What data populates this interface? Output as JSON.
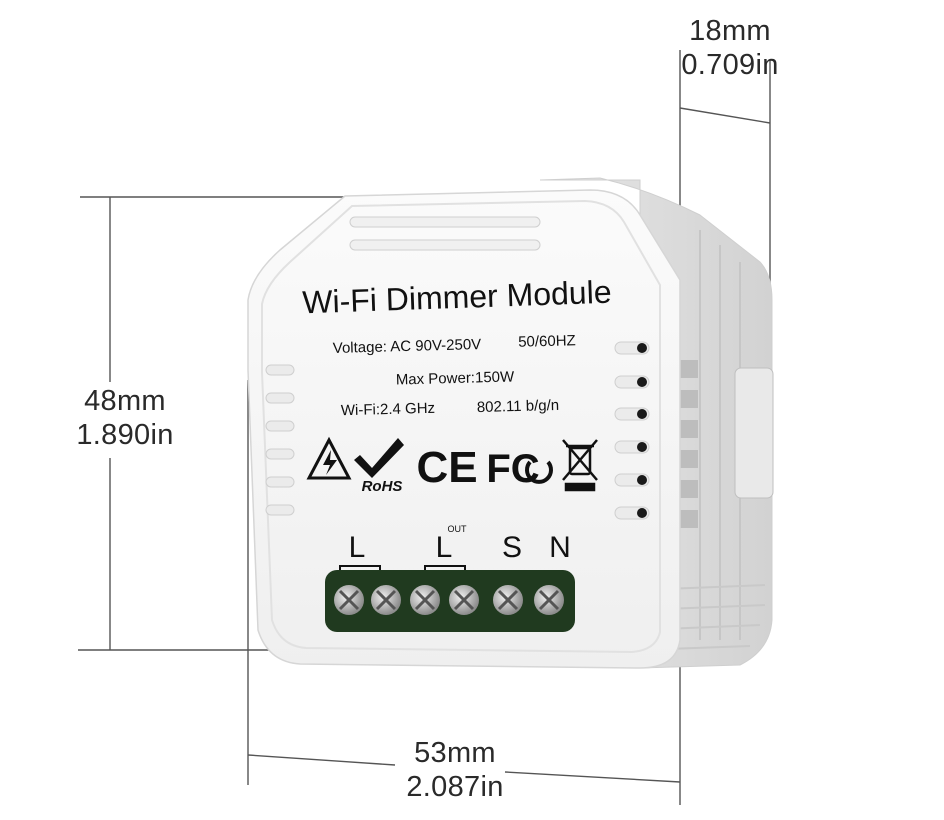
{
  "product": {
    "title": "Wi-Fi Dimmer Module",
    "voltage": "Voltage: AC 90V-250V",
    "frequency": "50/60HZ",
    "max_power": "Max Power:150W",
    "wifi": "Wi-Fi:2.4 GHz",
    "wifi_standard": "802.11 b/g/n",
    "certifications": [
      "RoHS",
      "CE",
      "FC"
    ],
    "terminals": [
      "L",
      "L",
      "S",
      "N"
    ],
    "terminal_out_superscript": "OUT"
  },
  "dimensions": {
    "depth_mm": "18mm",
    "depth_in": "0.709in",
    "height_mm": "48mm",
    "height_in": "1.890in",
    "width_mm": "53mm",
    "width_in": "2.087in"
  },
  "colors": {
    "housing": "#f4f4f4",
    "housing_shadow": "#d9d9d9",
    "terminal_block": "#203a1f",
    "screw": "#c9c9c9",
    "dimension_line": "#555555"
  }
}
